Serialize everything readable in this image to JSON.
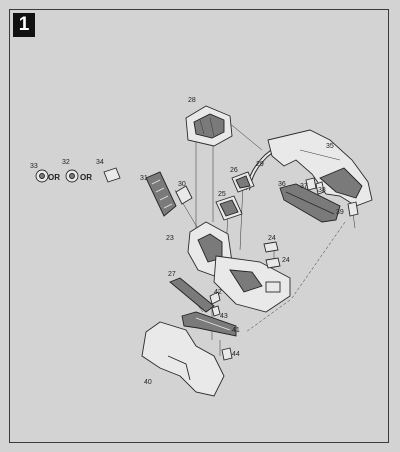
{
  "step": {
    "number": "1"
  },
  "labels": {
    "or_1": "OR",
    "or_2": "OR",
    "p23": "23",
    "p24a": "24",
    "p24b": "24",
    "p25": "25",
    "p26": "26",
    "p27": "27",
    "p28": "28",
    "p29": "29",
    "p30": "30",
    "p31": "31",
    "p32": "32",
    "p33": "33",
    "p34": "34",
    "p35": "35",
    "p36": "36",
    "p37": "37",
    "p38": "38",
    "p39": "39",
    "p40": "40",
    "p41": "41",
    "p42": "42",
    "p43": "43",
    "p44": "44"
  }
}
